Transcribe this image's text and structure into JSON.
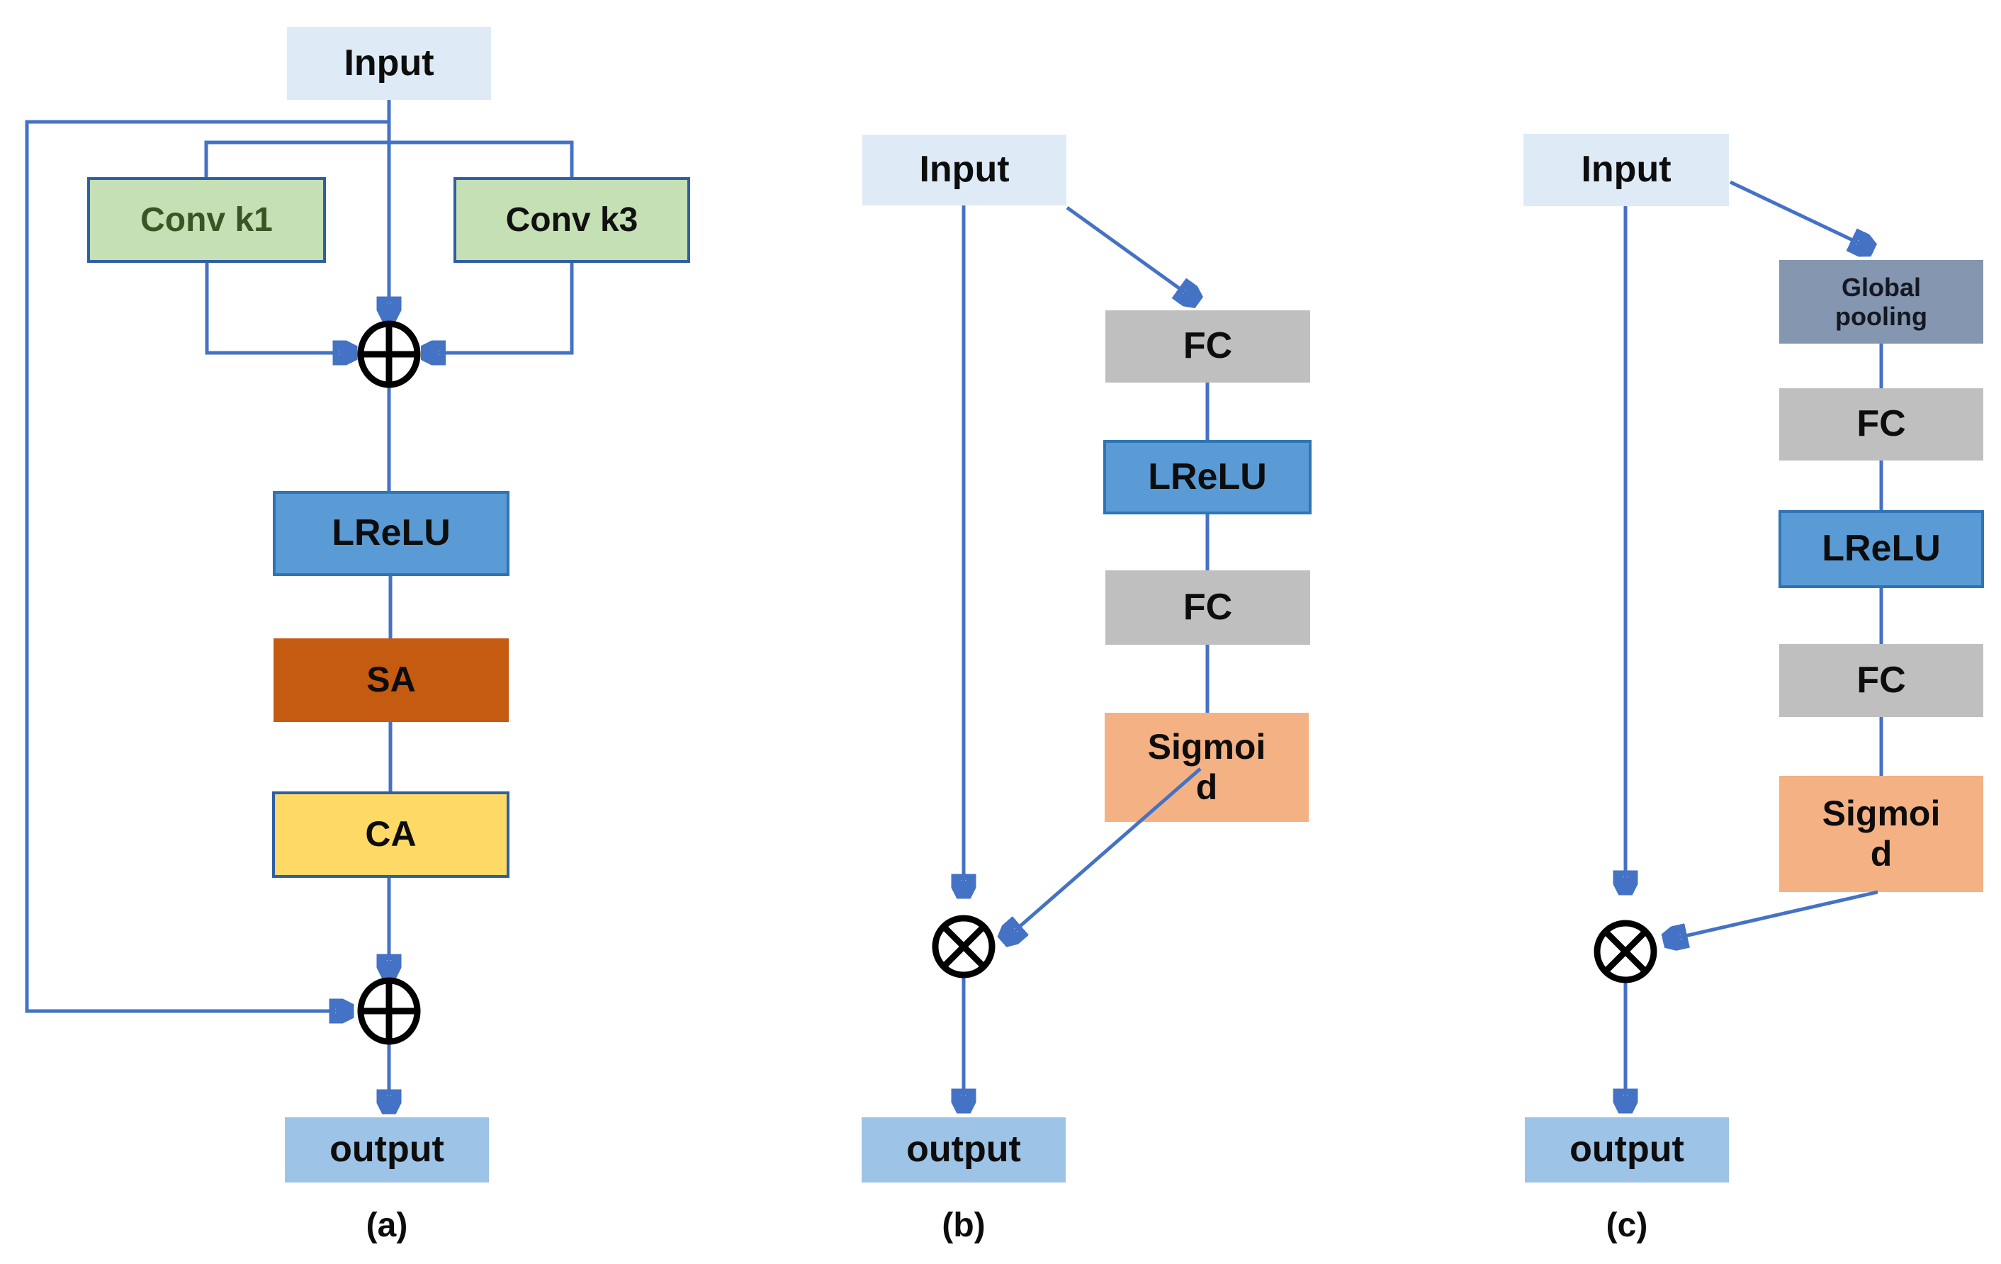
{
  "figure": {
    "panels": [
      {
        "label": "(a)",
        "nodes": {
          "input": "Input",
          "conv_k1": "Conv k1",
          "conv_k3": "Conv k3",
          "lrelu": "LReLU",
          "sa": "SA",
          "ca": "CA",
          "output": "output"
        },
        "operators": [
          "circle-plus",
          "circle-plus"
        ]
      },
      {
        "label": "(b)",
        "nodes": {
          "input": "Input",
          "fc1": "FC",
          "lrelu": "LReLU",
          "fc2": "FC",
          "sigmoid": "Sigmoid",
          "output": "output"
        },
        "operators": [
          "circle-multiply"
        ]
      },
      {
        "label": "(c)",
        "nodes": {
          "input": "Input",
          "global_pooling": "Global pooling",
          "fc1": "FC",
          "lrelu": "LReLU",
          "fc2": "FC",
          "sigmoid": "Sigmoid",
          "output": "output"
        },
        "operators": [
          "circle-multiply"
        ]
      }
    ],
    "colors": {
      "arrow": "#4472C4",
      "input_fill": "#DEEBF7",
      "output_fill": "#9DC3E6",
      "conv_fill": "#C5E0B4",
      "conv_border": "#2E5FA3",
      "conv_k1_text": "#375623",
      "lrelu_fill": "#5B9BD5",
      "lrelu_border": "#2E75B6",
      "sa_fill": "#C55A11",
      "ca_fill": "#FFD966",
      "fc_fill": "#BFBFBF",
      "sigmoid_fill": "#F4B183",
      "global_pooling_fill": "#8496B0",
      "operator_stroke": "#000000"
    }
  }
}
